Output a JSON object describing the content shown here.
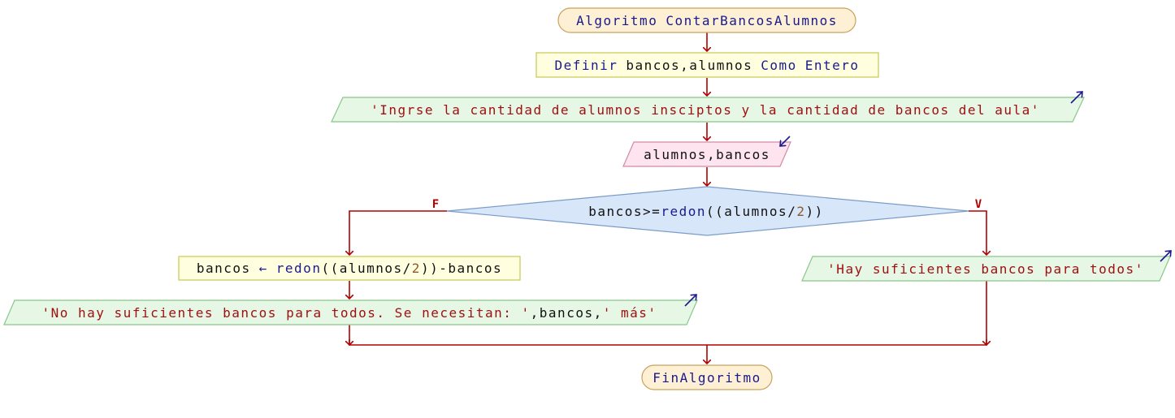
{
  "diagram": {
    "start": {
      "kw": "Algoritmo",
      "name": "ContarBancosAlumnos"
    },
    "define": {
      "kw1": "Definir",
      "vars": "bancos,alumnos",
      "kw2": "Como",
      "kw3": "Entero"
    },
    "output1": {
      "text": "'Ingrse la cantidad de alumnos insciptos y la cantidad de bancos del aula'"
    },
    "input1": {
      "text": "alumnos,bancos"
    },
    "decision": {
      "var": "bancos",
      "op": ">=",
      "fn": "redon",
      "open": "((",
      "arg": "alumnos",
      "slash": "/",
      "num": "2",
      "close": "))"
    },
    "false_label": "F",
    "true_label": "V",
    "assign": {
      "var": "bancos",
      "arrow": "←",
      "fn": "redon",
      "open": "((",
      "arg": "alumnos",
      "slash": "/",
      "num": "2",
      "close": "))",
      "rest": "-bancos"
    },
    "output_false": {
      "str1": "'No hay suficientes bancos para todos. Se necesitan: '",
      "mid": ",bancos,",
      "str2": "' más'"
    },
    "output_true": {
      "text": "'Hay suficientes bancos para todos'"
    },
    "end": {
      "kw": "FinAlgoritmo"
    }
  },
  "colors": {
    "start_fill": "#fdf0d5",
    "start_stroke": "#c9a25c",
    "process_fill": "#ffffe0",
    "process_stroke": "#c8c850",
    "output_fill": "#e6f7e6",
    "output_stroke": "#88c888",
    "input_fill": "#fde4ef",
    "input_stroke": "#d08aa8",
    "decision_fill": "#d8e6fa",
    "decision_stroke": "#7a9cc8",
    "flow": "#b30000"
  }
}
